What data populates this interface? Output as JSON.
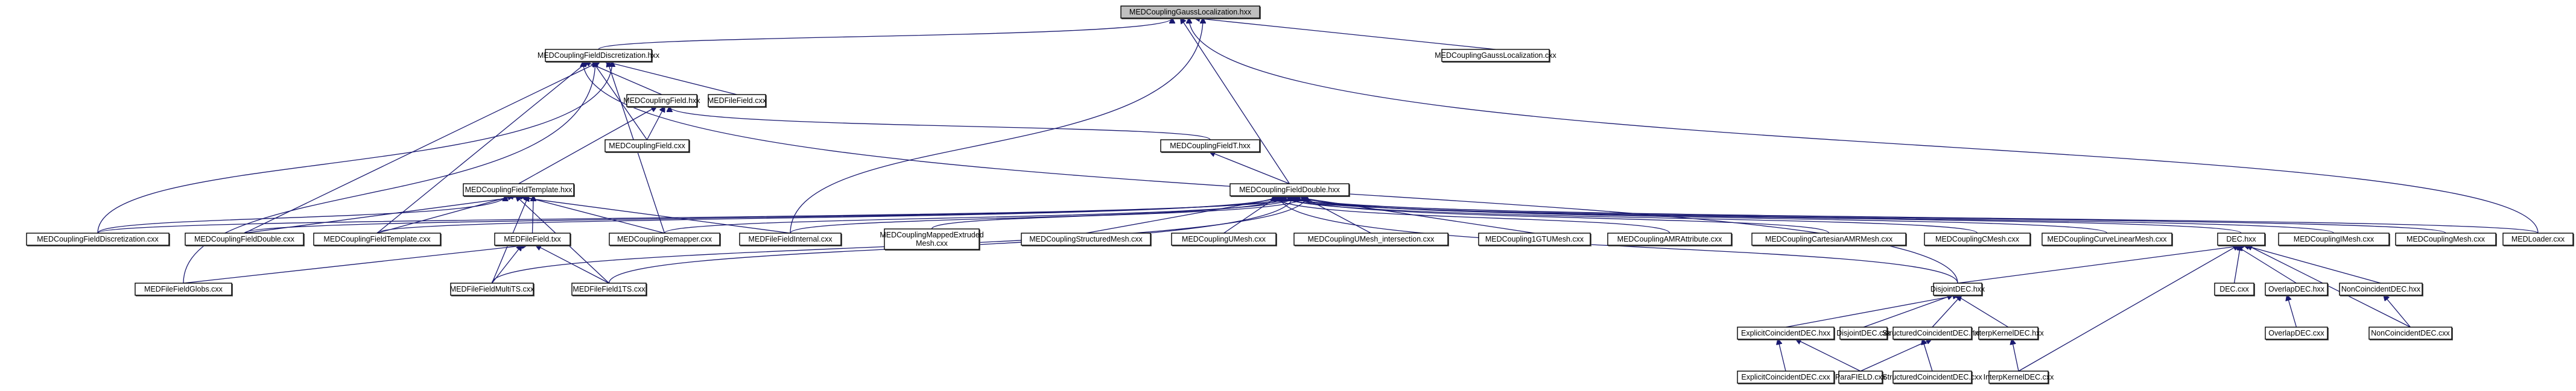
{
  "title": "MEDCouplingGaussLocalization.hxx include dependency graph",
  "colors": {
    "edge": "#191970",
    "root_fill": "#bfbfbf",
    "node_fill": "#ffffff",
    "border": "#000000"
  },
  "nodes": [
    {
      "id": "gauss_hxx",
      "label": "MEDCouplingGaussLocalization.hxx",
      "root": true
    },
    {
      "id": "fdisc_hxx",
      "label": "MEDCouplingFieldDiscretization.hxx"
    },
    {
      "id": "gauss_cxx",
      "label": "MEDCouplingGaussLocalization.cxx"
    },
    {
      "id": "field_hxx",
      "label": "MEDCouplingField.hxx"
    },
    {
      "id": "filefield_cxx",
      "label": "MEDFileField.cxx"
    },
    {
      "id": "field_cxx",
      "label": "MEDCouplingField.cxx"
    },
    {
      "id": "fieldt_hxx",
      "label": "MEDCouplingFieldT.hxx"
    },
    {
      "id": "ftemplate_hxx",
      "label": "MEDCouplingFieldTemplate.hxx"
    },
    {
      "id": "fdouble_hxx",
      "label": "MEDCouplingFieldDouble.hxx"
    },
    {
      "id": "fdisc_cxx",
      "label": "MEDCouplingFieldDiscretization.cxx"
    },
    {
      "id": "fdouble_cxx",
      "label": "MEDCouplingFieldDouble.cxx"
    },
    {
      "id": "ftemplate_cxx",
      "label": "MEDCouplingFieldTemplate.cxx"
    },
    {
      "id": "filefield_txx",
      "label": "MEDFileField.txx"
    },
    {
      "id": "remapper_cxx",
      "label": "MEDCouplingRemapper.cxx"
    },
    {
      "id": "filefieldinternal_cxx",
      "label": "MEDFileFieldInternal.cxx"
    },
    {
      "id": "mappedextruded_cxx",
      "label": "MEDCouplingMappedExtruded\nMesh.cxx"
    },
    {
      "id": "structmesh_cxx",
      "label": "MEDCouplingStructuredMesh.cxx"
    },
    {
      "id": "umesh_cxx",
      "label": "MEDCouplingUMesh.cxx"
    },
    {
      "id": "umeshinter_cxx",
      "label": "MEDCouplingUMesh_intersection.cxx"
    },
    {
      "id": "gtumesh_cxx",
      "label": "MEDCoupling1GTUMesh.cxx"
    },
    {
      "id": "amrattr_cxx",
      "label": "MEDCouplingAMRAttribute.cxx"
    },
    {
      "id": "cartamr_cxx",
      "label": "MEDCouplingCartesianAMRMesh.cxx"
    },
    {
      "id": "cmesh_cxx",
      "label": "MEDCouplingCMesh.cxx"
    },
    {
      "id": "curvelin_cxx",
      "label": "MEDCouplingCurveLinearMesh.cxx"
    },
    {
      "id": "dec_hxx",
      "label": "DEC.hxx"
    },
    {
      "id": "imesh_cxx",
      "label": "MEDCouplingIMesh.cxx"
    },
    {
      "id": "mesh_cxx",
      "label": "MEDCouplingMesh.cxx"
    },
    {
      "id": "loader_cxx",
      "label": "MEDLoader.cxx"
    },
    {
      "id": "globs_cxx",
      "label": "MEDFileFieldGlobs.cxx"
    },
    {
      "id": "multits_cxx",
      "label": "MEDFileFieldMultiTS.cxx"
    },
    {
      "id": "field1ts_cxx",
      "label": "MEDFileField1TS.cxx"
    },
    {
      "id": "disjoint_hxx",
      "label": "DisjointDEC.hxx"
    },
    {
      "id": "dec_cxx",
      "label": "DEC.cxx"
    },
    {
      "id": "overlap_hxx",
      "label": "OverlapDEC.hxx"
    },
    {
      "id": "noncoinc_hxx",
      "label": "NonCoincidentDEC.hxx"
    },
    {
      "id": "explicit_hxx",
      "label": "ExplicitCoincidentDEC.hxx"
    },
    {
      "id": "disjoint_cxx",
      "label": "DisjointDEC.cxx"
    },
    {
      "id": "structcoinc_hxx",
      "label": "StructuredCoincidentDEC.hxx"
    },
    {
      "id": "interp_hxx",
      "label": "InterpKernelDEC.hxx"
    },
    {
      "id": "overlap_cxx",
      "label": "OverlapDEC.cxx"
    },
    {
      "id": "noncoinc_cxx",
      "label": "NonCoincidentDEC.cxx"
    },
    {
      "id": "explicit_cxx",
      "label": "ExplicitCoincidentDEC.cxx"
    },
    {
      "id": "parafield_cxx",
      "label": "ParaFIELD.cxx"
    },
    {
      "id": "structcoinc_cxx",
      "label": "StructuredCoincidentDEC.cxx"
    },
    {
      "id": "interp_cxx",
      "label": "InterpKernelDEC.cxx"
    }
  ],
  "edges": [
    [
      "fdisc_hxx",
      "gauss_hxx"
    ],
    [
      "gauss_cxx",
      "gauss_hxx"
    ],
    [
      "fdouble_hxx",
      "gauss_hxx"
    ],
    [
      "filefieldinternal_cxx",
      "gauss_hxx"
    ],
    [
      "loader_cxx",
      "gauss_hxx"
    ],
    [
      "field_hxx",
      "fdisc_hxx"
    ],
    [
      "filefield_cxx",
      "fdisc_hxx"
    ],
    [
      "field_cxx",
      "fdisc_hxx"
    ],
    [
      "fdisc_cxx",
      "fdisc_hxx"
    ],
    [
      "fdouble_cxx",
      "fdisc_hxx"
    ],
    [
      "ftemplate_cxx",
      "fdisc_hxx"
    ],
    [
      "remapper_cxx",
      "fdisc_hxx"
    ],
    [
      "globs_cxx",
      "fdisc_hxx"
    ],
    [
      "disjoint_hxx",
      "fdisc_hxx"
    ],
    [
      "field_cxx",
      "field_hxx"
    ],
    [
      "ftemplate_hxx",
      "field_hxx"
    ],
    [
      "fieldt_hxx",
      "field_hxx"
    ],
    [
      "fdouble_hxx",
      "fieldt_hxx"
    ],
    [
      "fdisc_cxx",
      "ftemplate_hxx"
    ],
    [
      "fdouble_cxx",
      "ftemplate_hxx"
    ],
    [
      "ftemplate_cxx",
      "ftemplate_hxx"
    ],
    [
      "filefield_txx",
      "ftemplate_hxx"
    ],
    [
      "remapper_cxx",
      "ftemplate_hxx"
    ],
    [
      "filefieldinternal_cxx",
      "ftemplate_hxx"
    ],
    [
      "multits_cxx",
      "ftemplate_hxx"
    ],
    [
      "field1ts_cxx",
      "ftemplate_hxx"
    ],
    [
      "multits_cxx",
      "filefield_txx"
    ],
    [
      "field1ts_cxx",
      "filefield_txx"
    ],
    [
      "globs_cxx",
      "filefield_txx"
    ],
    [
      "fdisc_cxx",
      "fdouble_hxx"
    ],
    [
      "fdouble_cxx",
      "fdouble_hxx"
    ],
    [
      "ftemplate_cxx",
      "fdouble_hxx"
    ],
    [
      "remapper_cxx",
      "fdouble_hxx"
    ],
    [
      "filefieldinternal_cxx",
      "fdouble_hxx"
    ],
    [
      "mappedextruded_cxx",
      "fdouble_hxx"
    ],
    [
      "structmesh_cxx",
      "fdouble_hxx"
    ],
    [
      "umesh_cxx",
      "fdouble_hxx"
    ],
    [
      "umeshinter_cxx",
      "fdouble_hxx"
    ],
    [
      "gtumesh_cxx",
      "fdouble_hxx"
    ],
    [
      "amrattr_cxx",
      "fdouble_hxx"
    ],
    [
      "cartamr_cxx",
      "fdouble_hxx"
    ],
    [
      "cmesh_cxx",
      "fdouble_hxx"
    ],
    [
      "curvelin_cxx",
      "fdouble_hxx"
    ],
    [
      "dec_hxx",
      "fdouble_hxx"
    ],
    [
      "imesh_cxx",
      "fdouble_hxx"
    ],
    [
      "mesh_cxx",
      "fdouble_hxx"
    ],
    [
      "loader_cxx",
      "fdouble_hxx"
    ],
    [
      "multits_cxx",
      "fdouble_hxx"
    ],
    [
      "field1ts_cxx",
      "fdouble_hxx"
    ],
    [
      "disjoint_hxx",
      "fdouble_hxx"
    ],
    [
      "disjoint_hxx",
      "dec_hxx"
    ],
    [
      "dec_cxx",
      "dec_hxx"
    ],
    [
      "overlap_hxx",
      "dec_hxx"
    ],
    [
      "noncoinc_hxx",
      "dec_hxx"
    ],
    [
      "interp_cxx",
      "dec_hxx"
    ],
    [
      "noncoinc_cxx",
      "dec_hxx"
    ],
    [
      "explicit_hxx",
      "disjoint_hxx"
    ],
    [
      "disjoint_cxx",
      "disjoint_hxx"
    ],
    [
      "structcoinc_hxx",
      "disjoint_hxx"
    ],
    [
      "interp_hxx",
      "disjoint_hxx"
    ],
    [
      "overlap_cxx",
      "overlap_hxx"
    ],
    [
      "noncoinc_cxx",
      "noncoinc_hxx"
    ],
    [
      "explicit_cxx",
      "explicit_hxx"
    ],
    [
      "parafield_cxx",
      "explicit_hxx"
    ],
    [
      "parafield_cxx",
      "structcoinc_hxx"
    ],
    [
      "structcoinc_cxx",
      "structcoinc_hxx"
    ],
    [
      "interp_cxx",
      "interp_hxx"
    ]
  ]
}
